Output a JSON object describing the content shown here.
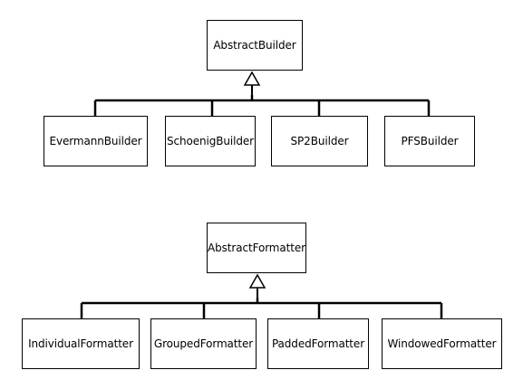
{
  "diagrams": [
    {
      "parent": "AbstractBuilder",
      "children": [
        "EvermannBuilder",
        "SchoenigBuilder",
        "SP2Builder",
        "PFSBuilder"
      ]
    },
    {
      "parent": "AbstractFormatter",
      "children": [
        "IndividualFormatter",
        "GroupedFormatter",
        "PaddedFormatter",
        "WindowedFormatter"
      ]
    }
  ],
  "colors": {
    "line": "#000000",
    "box_border": "#000000",
    "background": "#ffffff"
  }
}
